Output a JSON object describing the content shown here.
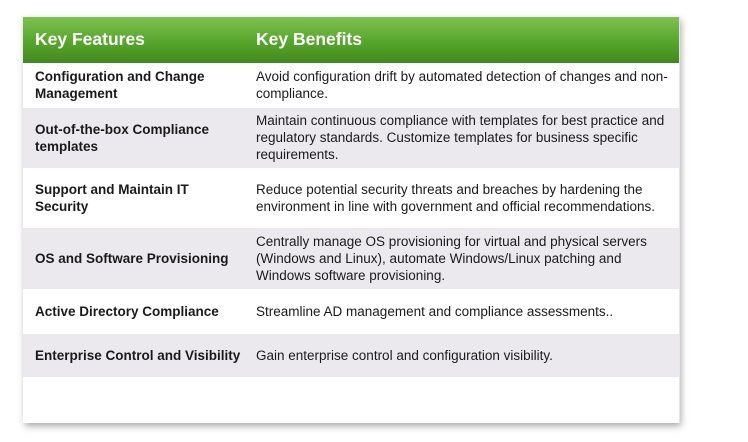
{
  "table": {
    "headers": {
      "feature": "Key Features",
      "benefit": "Key Benefits"
    },
    "rows": [
      {
        "feature": "Configuration and Change Management",
        "benefit": "Avoid configuration drift by automated detection of changes and non-compliance."
      },
      {
        "feature": "Out-of-the-box Compliance templates",
        "benefit": "Maintain continuous compliance with templates for best practice and regulatory standards. Customize templates for business specific requirements."
      },
      {
        "feature": "Support and Maintain IT Security",
        "benefit": "Reduce potential security threats and breaches by hardening the environment in line with government and official recommendations."
      },
      {
        "feature": "OS and Software Provisioning",
        "benefit": "Centrally manage OS provisioning for virtual and physical servers (Windows and Linux), automate Windows/Linux patching and Windows software provisioning."
      },
      {
        "feature": "Active Directory Compliance",
        "benefit": "Streamline AD management and compliance assessments.."
      },
      {
        "feature": "Enterprise Control and Visibility",
        "benefit": "Gain enterprise control and configuration visibility."
      }
    ]
  },
  "colors": {
    "header_green": "#57a52c",
    "row_alt": "#ece9ee",
    "text": "#1a1a1a"
  }
}
